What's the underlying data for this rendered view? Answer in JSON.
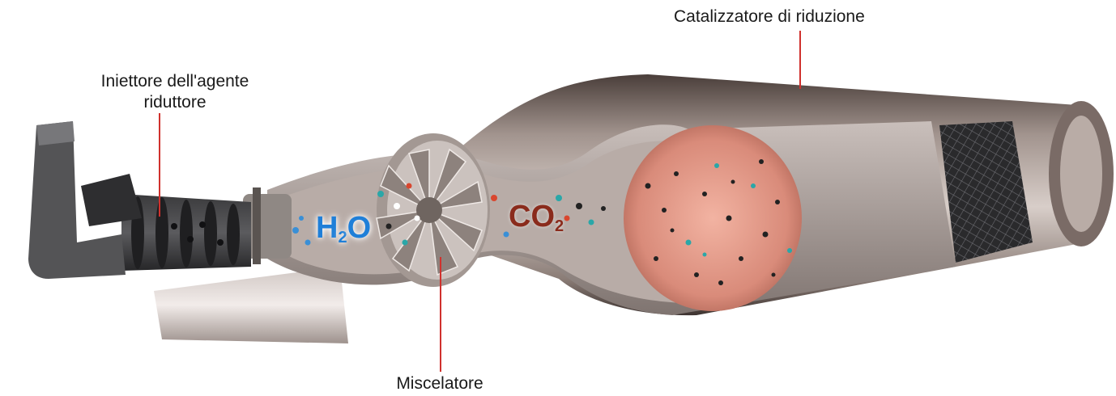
{
  "labels": {
    "catalyst": "Catalizzatore di riduzione",
    "injector_line1": "Iniettore dell'agente",
    "injector_line2": "riduttore",
    "mixer": "Miscelatore"
  },
  "molecules": {
    "water": {
      "main": "H",
      "sub": "2",
      "tail": "O"
    },
    "carbon_dioxide": {
      "main": "CO",
      "sub": "2"
    }
  },
  "colors": {
    "leader_line": "#d0312d",
    "water_text": "#1f7fd8",
    "co2_text": "#8a2b1c",
    "catalyst_core": "#d98b7a",
    "housing": "#9c8e88"
  }
}
